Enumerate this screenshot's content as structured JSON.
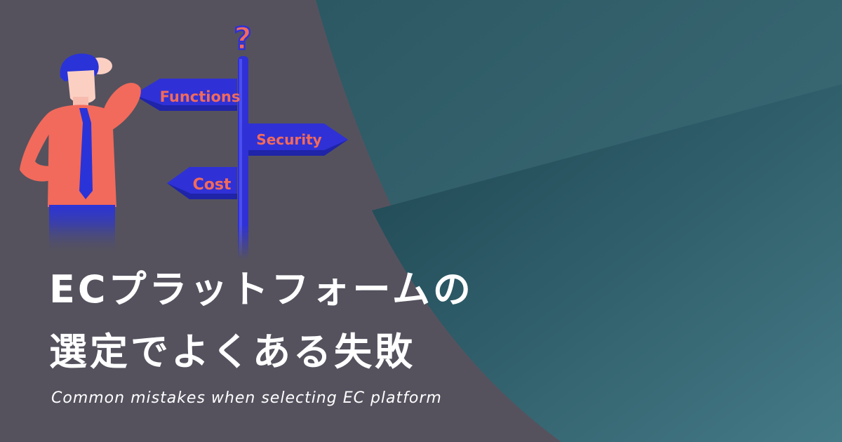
{
  "hero": {
    "title_line1": "ECプラットフォームの",
    "title_line2": "選定でよくある失敗",
    "subtitle": "Common mistakes when selecting EC platform"
  },
  "signpost": {
    "question_mark": "?",
    "signs": [
      "Functions",
      "Security",
      "Cost"
    ]
  },
  "colors": {
    "background": "#55525e",
    "teal": "#2f5e67",
    "sign_blue": "#2f31d6",
    "sign_text": "#f26a5b",
    "shirt": "#f26a5b"
  }
}
